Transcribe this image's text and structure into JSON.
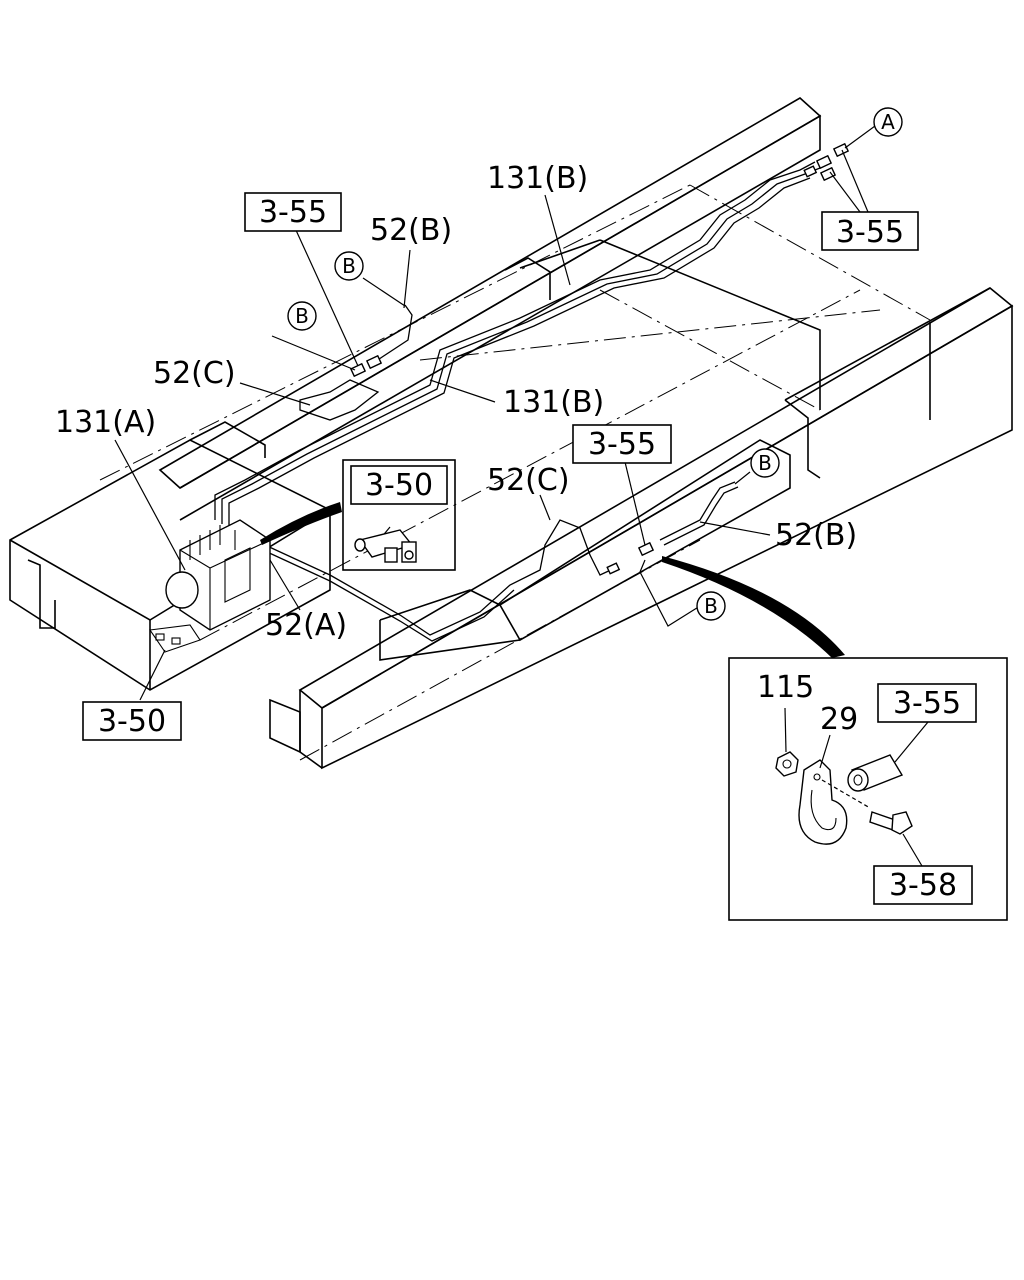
{
  "callouts": {
    "ref_3_55_top_left": "3-55",
    "ref_3_55_top_right": "3-55",
    "ref_3_55_center": "3-55",
    "ref_3_55_detail": "3-55",
    "ref_3_50_inset": "3-50",
    "ref_3_50_bottom": "3-50",
    "ref_3_58_detail": "3-58",
    "label_131b_top": "131(B)",
    "label_131b_mid": "131(B)",
    "label_131a": "131(A)",
    "label_52b_top": "52(B)",
    "label_52b_right": "52(B)",
    "label_52c_left": "52(C)",
    "label_52c_center": "52(C)",
    "label_52a": "52(A)",
    "label_115": "115",
    "label_29": "29",
    "circle_a": "A",
    "circle_b": "B"
  }
}
